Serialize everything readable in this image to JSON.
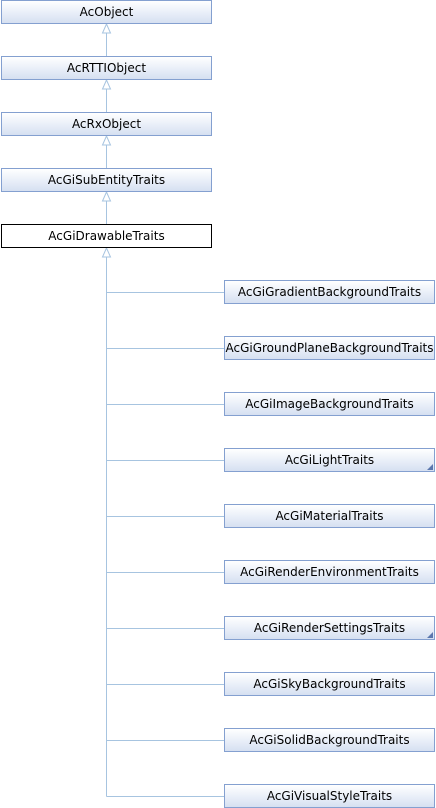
{
  "diagram": {
    "ancestors": [
      {
        "id": "acobject",
        "label": "AcObject"
      },
      {
        "id": "acrttiobject",
        "label": "AcRTTIObject"
      },
      {
        "id": "acrxobject",
        "label": "AcRxObject"
      },
      {
        "id": "acgisubentitytraits",
        "label": "AcGiSubEntityTraits"
      }
    ],
    "current": {
      "id": "acgidrawabletraits",
      "label": "AcGiDrawableTraits"
    },
    "derived": [
      {
        "id": "acgigradientbackgroundtraits",
        "label": "AcGiGradientBackgroundTraits",
        "has_more": false
      },
      {
        "id": "acgigroundplanebackgroundtraits",
        "label": "AcGiGroundPlaneBackgroundTraits",
        "has_more": false
      },
      {
        "id": "acgiimagebackgroundtraits",
        "label": "AcGiImageBackgroundTraits",
        "has_more": false
      },
      {
        "id": "acgilighttraits",
        "label": "AcGiLightTraits",
        "has_more": true
      },
      {
        "id": "acgimaterialtraits",
        "label": "AcGiMaterialTraits",
        "has_more": false
      },
      {
        "id": "acgirenderenvironmenttraits",
        "label": "AcGiRenderEnvironmentTraits",
        "has_more": false
      },
      {
        "id": "acgirendersettingstraits",
        "label": "AcGiRenderSettingsTraits",
        "has_more": true
      },
      {
        "id": "acgiskybackgroundtraits",
        "label": "AcGiSkyBackgroundTraits",
        "has_more": false
      },
      {
        "id": "acgisolidbackgroundtraits",
        "label": "AcGiSolidBackgroundTraits",
        "has_more": false
      },
      {
        "id": "acgivisualstyletraits",
        "label": "AcGiVisualStyleTraits",
        "has_more": false
      }
    ],
    "colors": {
      "edge": "#a7c4e0",
      "node_border": "#84a0d0",
      "current_border": "#000000"
    }
  }
}
